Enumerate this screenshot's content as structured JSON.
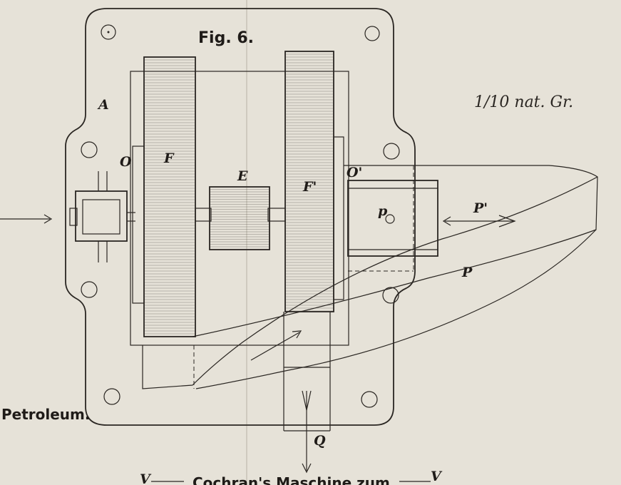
{
  "figure": {
    "title": "Fig. 6.",
    "scale": "1/10 nat. Gr."
  },
  "labels": {
    "A": "A",
    "F": "F",
    "F_prime": "F'",
    "E": "E",
    "O": "O",
    "O_prime": "O'",
    "P": "P",
    "P_prime": "P'",
    "p": "p",
    "Q": "Q",
    "V_left": "V",
    "V_right": "V"
  },
  "captions": {
    "left": "Petroleum.",
    "bottom": "Cochran's Maschine zum"
  },
  "colors": {
    "paper": "#e6e2d8",
    "ink": "#2a2622"
  }
}
